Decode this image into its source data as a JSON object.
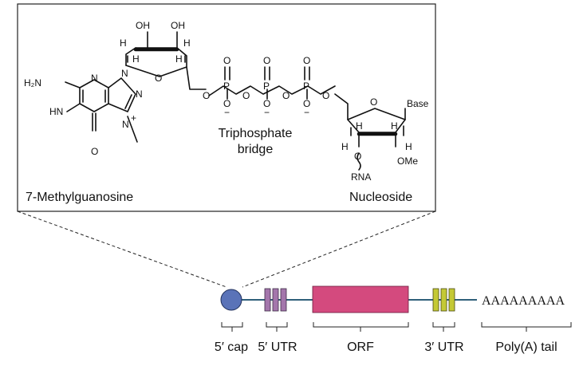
{
  "structure": {
    "cap_label": "7-Methylguanosine",
    "bridge_label_line1": "Triphosphate",
    "bridge_label_line2": "bridge",
    "nucleoside_label": "Nucleoside",
    "atoms": {
      "oh_left": "OH",
      "oh_right": "OH",
      "h": "H",
      "o": "O",
      "p": "P",
      "o_minus": "O",
      "minus": "−",
      "h2n": "H₂N",
      "hn": "HN",
      "n": "N",
      "n_plus": "N",
      "plus": "+",
      "base": "Base",
      "ome": "OMe",
      "rna": "RNA"
    }
  },
  "mrna": {
    "segments": [
      {
        "key": "cap",
        "label": "5′ cap",
        "color": "#5a73b8"
      },
      {
        "key": "utr5",
        "label": "5′ UTR",
        "color": "#a476ac"
      },
      {
        "key": "orf",
        "label": "ORF",
        "color": "#d44a7e"
      },
      {
        "key": "utr3",
        "label": "3′ UTR",
        "color": "#c4c936"
      },
      {
        "key": "polya",
        "label": "Poly(A) tail",
        "sequence": "AAAAAAAAA"
      }
    ],
    "backbone_color": "#2f5f7a"
  }
}
